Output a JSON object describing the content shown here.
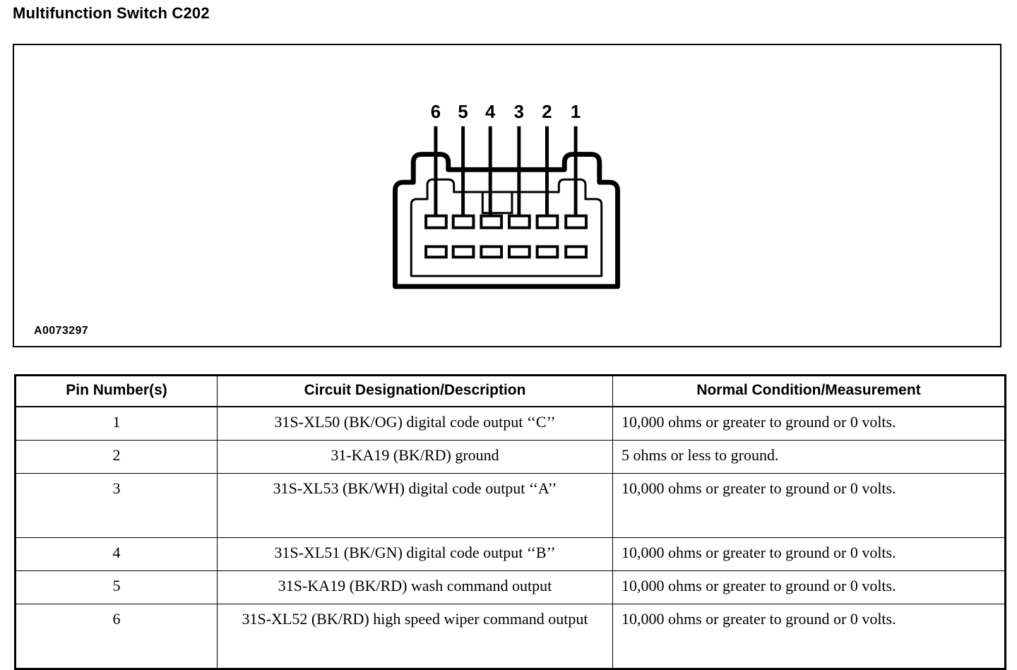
{
  "document": {
    "title": "Multifunction Switch C202"
  },
  "diagram": {
    "reference_code": "A0073297",
    "connector_type": "6-pin automotive connector face view",
    "pin_labels": [
      "6",
      "5",
      "4",
      "3",
      "2",
      "1"
    ],
    "top_terminal_count": 6,
    "bottom_terminal_count": 6,
    "line_color": "#000000",
    "background_color": "#ffffff"
  },
  "table": {
    "headers": [
      "Pin Number(s)",
      "Circuit Designation/Description",
      "Normal Condition/Measurement"
    ],
    "rows": [
      {
        "pin": "1",
        "description": "31S-XL50 (BK/OG) digital code output ‘‘C’’",
        "measurement": "10,000 ohms or greater to ground or 0 volts.",
        "tall": false
      },
      {
        "pin": "2",
        "description": "31-KA19 (BK/RD) ground",
        "measurement": "5 ohms or less to ground.",
        "tall": false
      },
      {
        "pin": "3",
        "description": "31S-XL53 (BK/WH) digital code output ‘‘A’’",
        "measurement": "10,000 ohms or greater to ground or 0 volts.",
        "tall": true
      },
      {
        "pin": "4",
        "description": "31S-XL51 (BK/GN) digital code output ‘‘B’’",
        "measurement": "10,000 ohms or greater to ground or 0 volts.",
        "tall": false
      },
      {
        "pin": "5",
        "description": "31S-KA19 (BK/RD) wash command output",
        "measurement": "10,000 ohms or greater to ground or 0 volts.",
        "tall": false
      },
      {
        "pin": "6",
        "description": "31S-XL52 (BK/RD) high speed wiper command output",
        "measurement": "10,000 ohms or greater to ground or 0 volts.",
        "tall": true
      }
    ]
  }
}
